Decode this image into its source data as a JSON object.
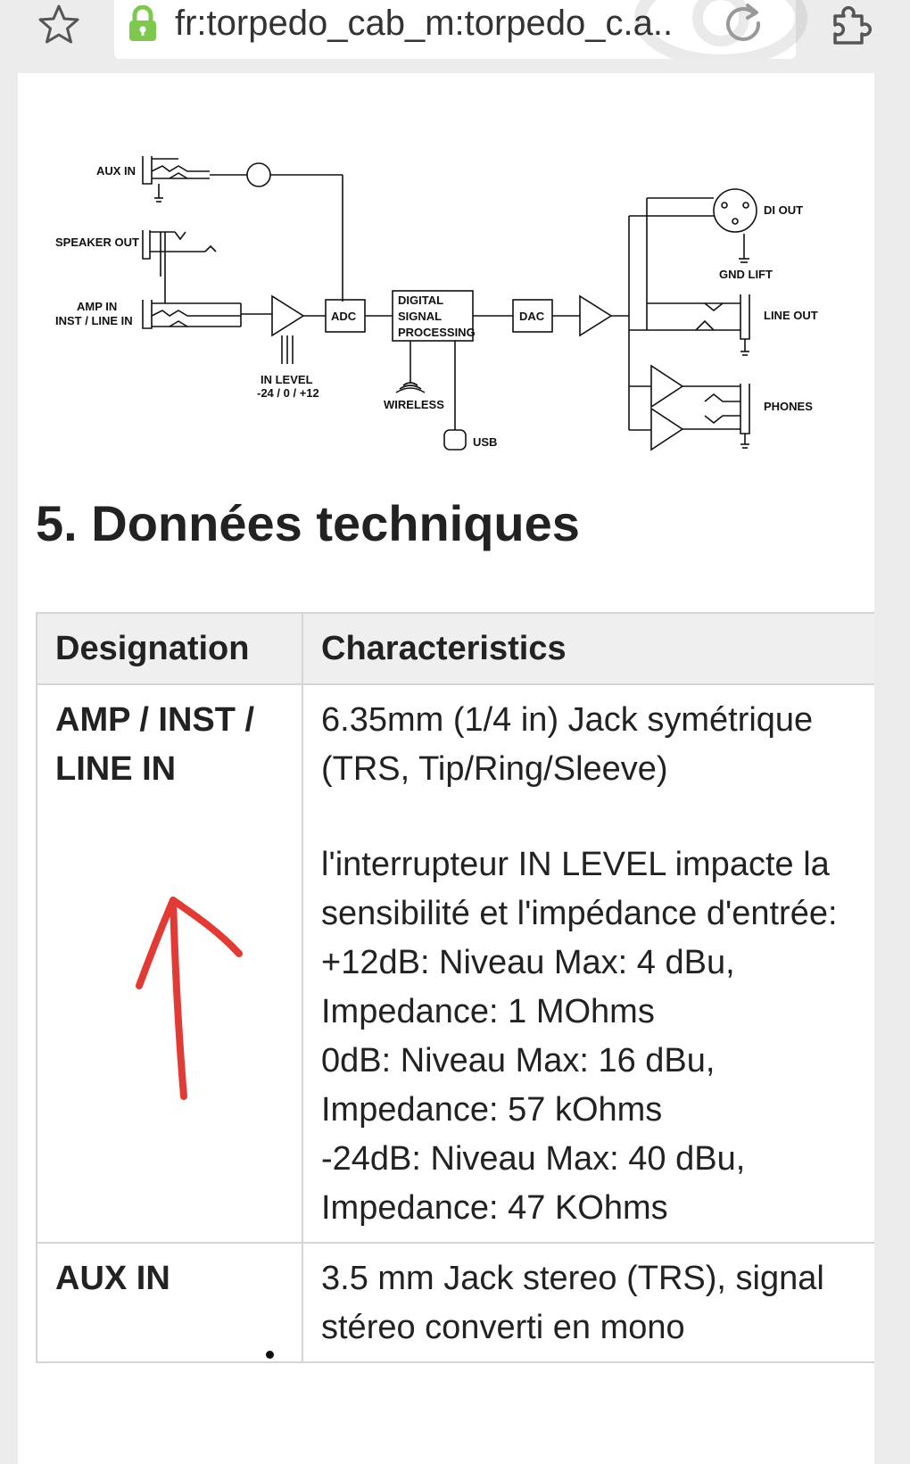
{
  "browser": {
    "url": "fr:torpedo_cab_m:torpedo_c.a...."
  },
  "diagram": {
    "labels": {
      "aux_in": "AUX IN",
      "speaker_out": "SPEAKER OUT",
      "amp_in": "AMP IN",
      "inst_line_in": "INST / LINE IN",
      "in_level": "IN LEVEL",
      "in_level_values": "-24 / 0 / +12",
      "adc": "ADC",
      "dsp_line1": "DIGITAL",
      "dsp_line2": "SIGNAL",
      "dsp_line3": "PROCESSING",
      "wireless": "WIRELESS",
      "usb": "USB",
      "dac": "DAC",
      "di_out": "DI OUT",
      "gnd_lift": "GND LIFT",
      "line_out": "LINE OUT",
      "phones": "PHONES"
    }
  },
  "section": {
    "heading": "5. Données techniques"
  },
  "table": {
    "headers": [
      "Designation",
      "Characteristics"
    ],
    "rows": [
      {
        "designation": "AMP / INST / LINE IN",
        "para1": "6.35mm (1/4 in) Jack symétrique (TRS, Tip/Ring/Sleeve)",
        "para2_lines": [
          "l'interrupteur IN LEVEL impacte la sensibilité et l'impédance d'entrée:",
          "+12dB: Niveau Max: 4 dBu, Impedance: 1 MOhms",
          "0dB: Niveau Max: 16 dBu, Impedance: 57 kOhms",
          "-24dB: Niveau Max: 40 dBu, Impedance: 47 KOhms"
        ]
      },
      {
        "designation": "AUX IN",
        "para1": "3.5 mm Jack stereo (TRS), signal stéreo converti en mono"
      }
    ]
  },
  "colors": {
    "annotation_arrow": "#e23a34",
    "lock": "#7ec850"
  },
  "icons": [
    "star-icon",
    "lock-icon",
    "reload-icon",
    "extension-icon",
    "eye-watermark-icon"
  ]
}
